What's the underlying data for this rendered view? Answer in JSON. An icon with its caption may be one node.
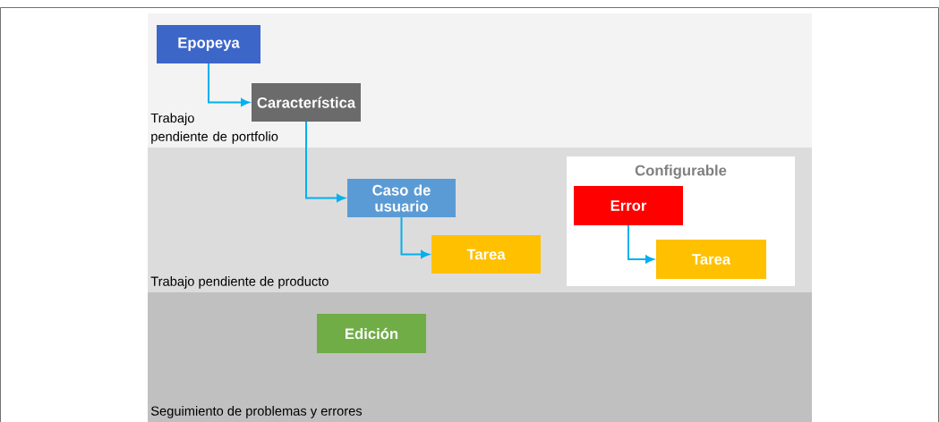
{
  "diagram": {
    "nodes": [
      {
        "text": [
          "Trabajo pendiente de portfolio"
        ]
      },
      {
        "text": [
          "Epopeya"
        ],
        "in": 0
      },
      {
        "text": [
          "Característica"
        ],
        "in": 0
      },
      {
        "text": [
          "Trabajo pendiente de producto"
        ]
      },
      {
        "text": [
          "Caso de usuario"
        ],
        "in": 3
      },
      {
        "text": [
          "Tarea"
        ],
        "in": 3
      },
      {
        "text": [
          "Configurable"
        ],
        "in": 3
      },
      {
        "text": [
          "Error"
        ],
        "in": 6
      },
      {
        "text": [
          "Tarea"
        ],
        "in": 6
      },
      {
        "text": [
          "Seguimiento de problemas y errores"
        ]
      },
      {
        "text": [
          "Edición"
        ],
        "in": 9
      }
    ],
    "edges": [
      {
        "from": 1,
        "to": 2,
        "arrow": "to"
      },
      {
        "from": 2,
        "to": 4,
        "arrow": "to"
      },
      {
        "from": 4,
        "to": 5,
        "arrow": "to"
      },
      {
        "from": 7,
        "to": 8,
        "arrow": "to"
      }
    ]
  }
}
